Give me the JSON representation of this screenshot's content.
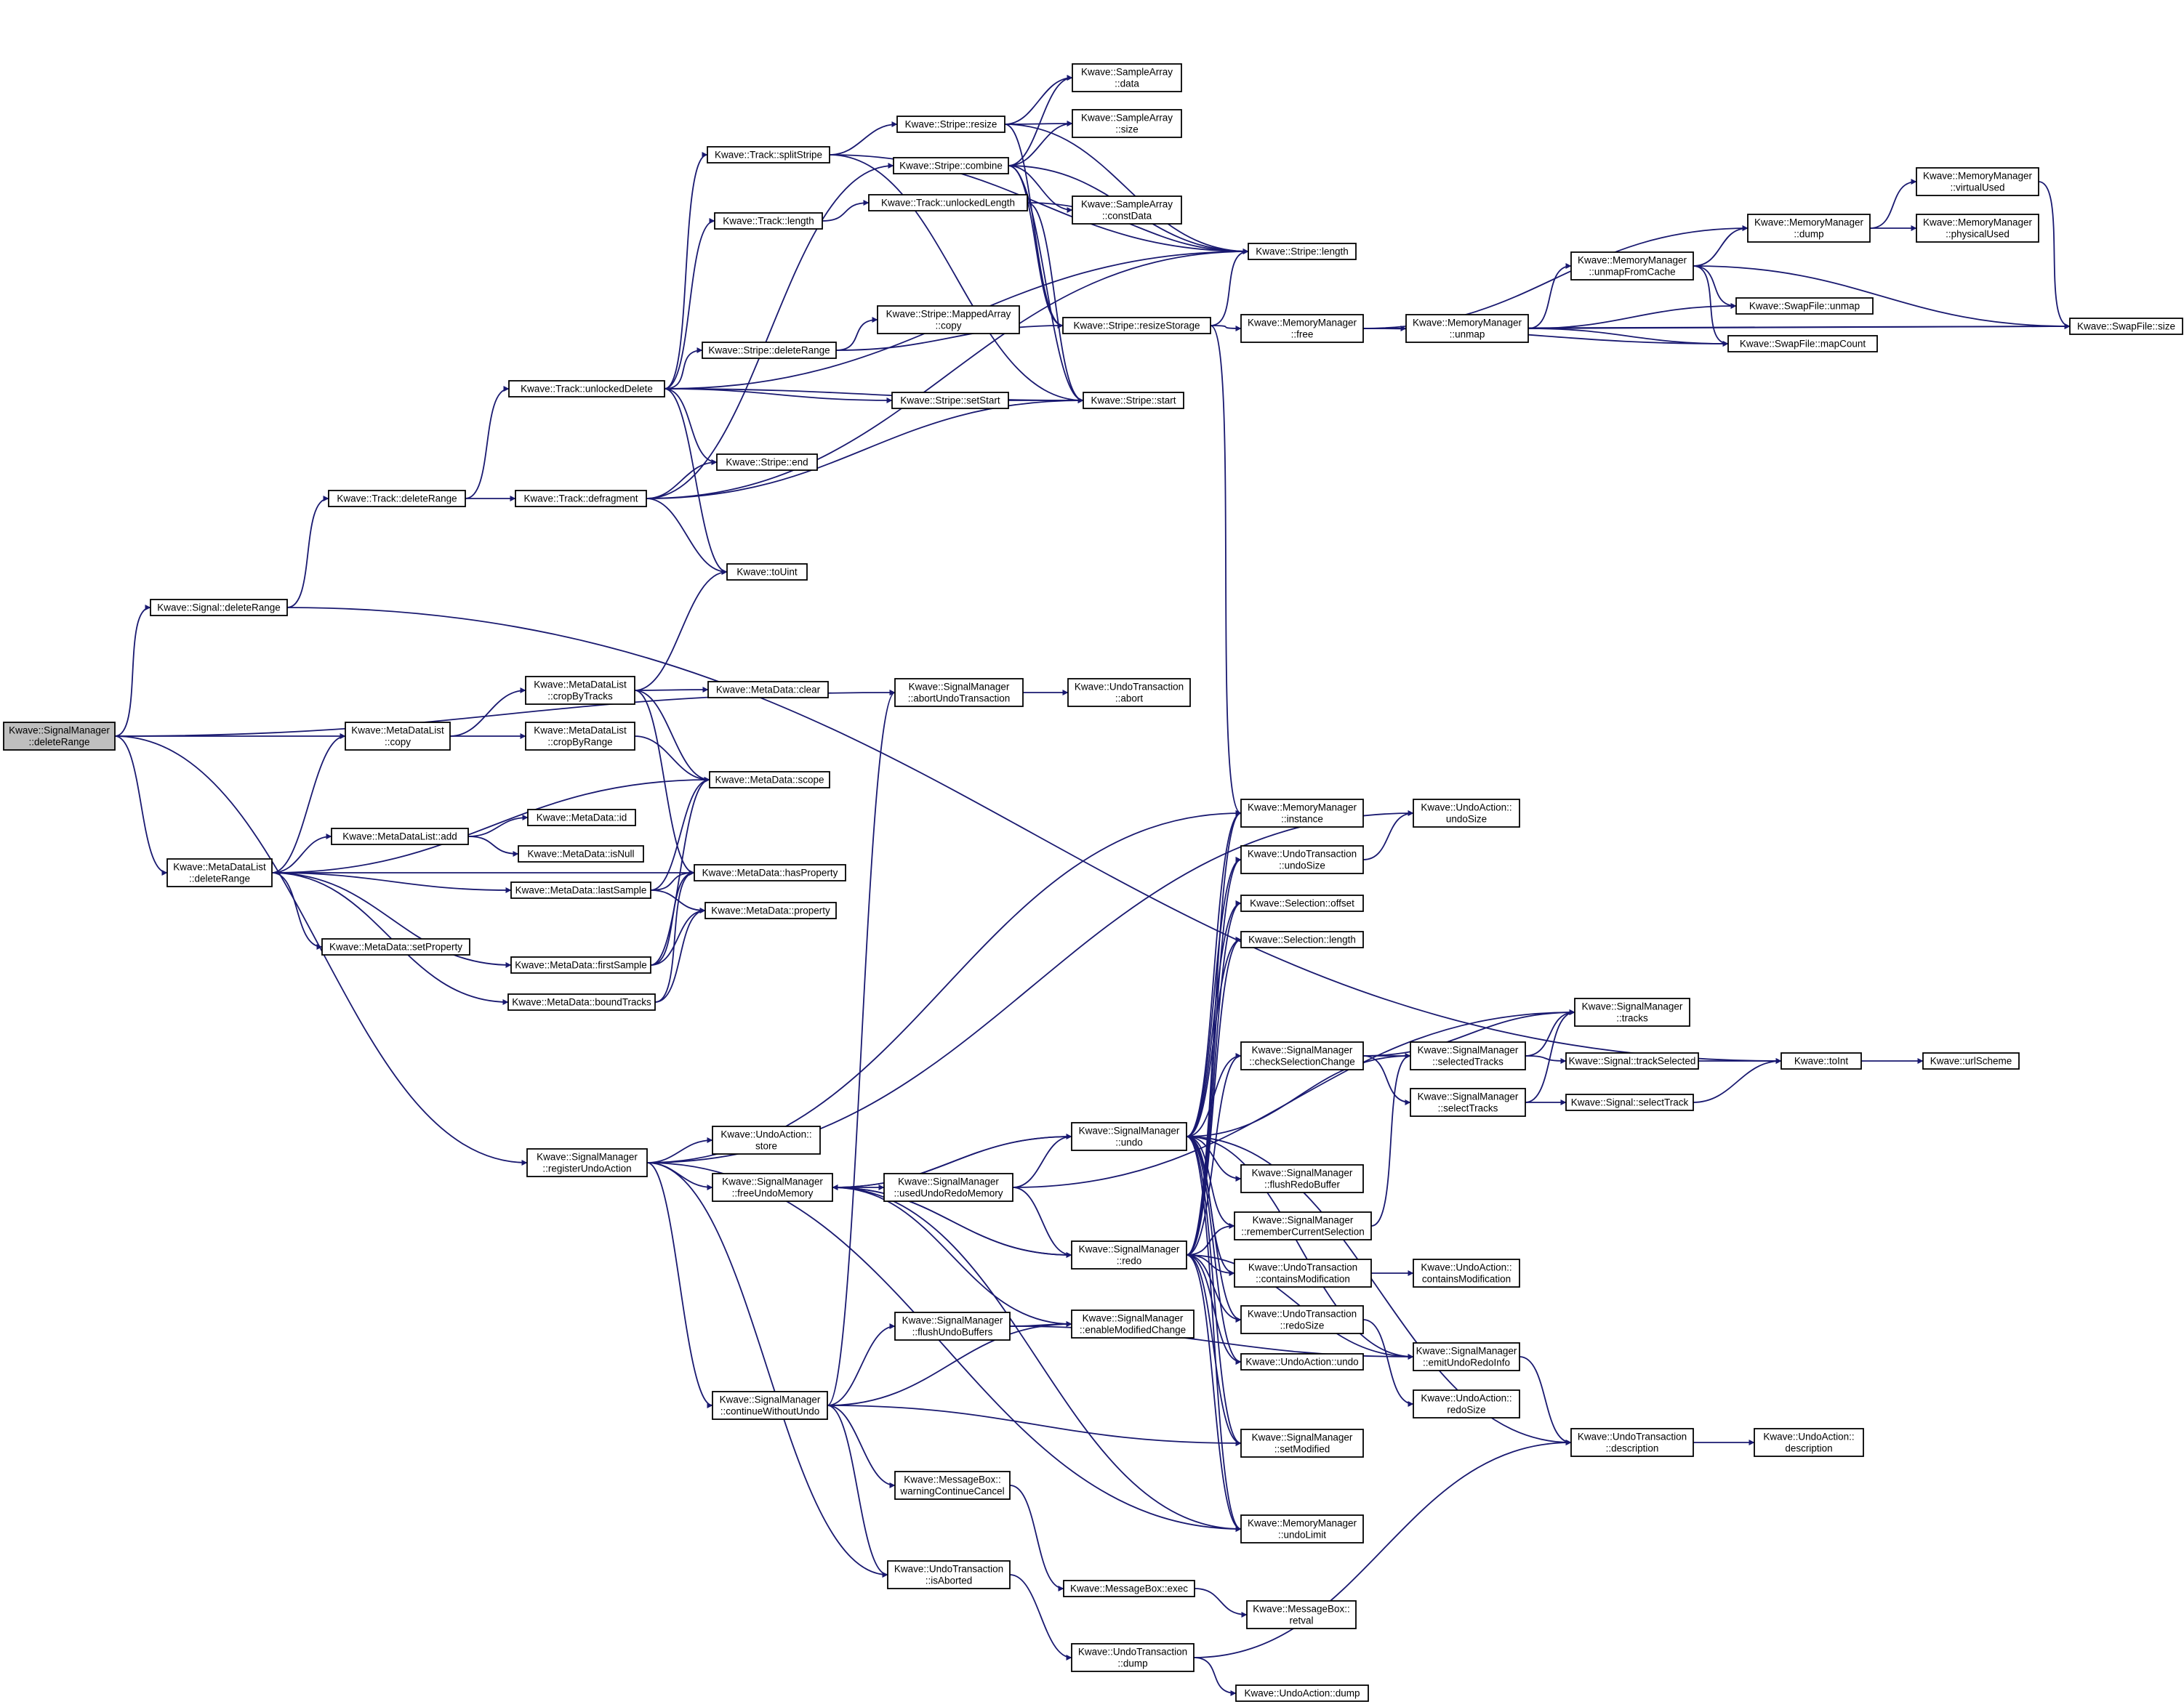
{
  "nodes": [
    {
      "id": "SM_deleteRange",
      "lines": [
        "Kwave::SignalManager",
        "::deleteRange"
      ],
      "root": true
    },
    {
      "id": "Sig_deleteRange",
      "lines": [
        "Kwave::Signal::deleteRange"
      ]
    },
    {
      "id": "Trk_deleteRange",
      "lines": [
        "Kwave::Track::deleteRange"
      ]
    },
    {
      "id": "Trk_defragment",
      "lines": [
        "Kwave::Track::defragment"
      ]
    },
    {
      "id": "Trk_unlockedDelete",
      "lines": [
        "Kwave::Track::unlockedDelete"
      ]
    },
    {
      "id": "Trk_splitStripe",
      "lines": [
        "Kwave::Track::splitStripe"
      ]
    },
    {
      "id": "Trk_length",
      "lines": [
        "Kwave::Track::length"
      ]
    },
    {
      "id": "Trk_unlockedLength",
      "lines": [
        "Kwave::Track::unlockedLength"
      ]
    },
    {
      "id": "Str_resize",
      "lines": [
        "Kwave::Stripe::resize"
      ]
    },
    {
      "id": "Str_combine",
      "lines": [
        "Kwave::Stripe::combine"
      ]
    },
    {
      "id": "Str_deleteRange",
      "lines": [
        "Kwave::Stripe::deleteRange"
      ]
    },
    {
      "id": "Str_MappedArray_copy",
      "lines": [
        "Kwave::Stripe::MappedArray",
        "::copy"
      ]
    },
    {
      "id": "Str_setStart",
      "lines": [
        "Kwave::Stripe::setStart"
      ]
    },
    {
      "id": "Str_end",
      "lines": [
        "Kwave::Stripe::end"
      ]
    },
    {
      "id": "toUint",
      "lines": [
        "Kwave::toUint"
      ]
    },
    {
      "id": "SA_data",
      "lines": [
        "Kwave::SampleArray",
        "::data"
      ]
    },
    {
      "id": "SA_size",
      "lines": [
        "Kwave::SampleArray",
        "::size"
      ]
    },
    {
      "id": "SA_constData",
      "lines": [
        "Kwave::SampleArray",
        "::constData"
      ]
    },
    {
      "id": "Str_length",
      "lines": [
        "Kwave::Stripe::length"
      ]
    },
    {
      "id": "Str_resizeStorage",
      "lines": [
        "Kwave::Stripe::resizeStorage"
      ]
    },
    {
      "id": "Str_start",
      "lines": [
        "Kwave::Stripe::start"
      ]
    },
    {
      "id": "MM_free",
      "lines": [
        "Kwave::MemoryManager",
        "::free"
      ]
    },
    {
      "id": "MM_unmap",
      "lines": [
        "Kwave::MemoryManager",
        "::unmap"
      ]
    },
    {
      "id": "MM_unmapFromCache",
      "lines": [
        "Kwave::MemoryManager",
        "::unmapFromCache"
      ]
    },
    {
      "id": "MM_dump",
      "lines": [
        "Kwave::MemoryManager",
        "::dump"
      ]
    },
    {
      "id": "MM_virtualUsed",
      "lines": [
        "Kwave::MemoryManager",
        "::virtualUsed"
      ]
    },
    {
      "id": "MM_physicalUsed",
      "lines": [
        "Kwave::MemoryManager",
        "::physicalUsed"
      ]
    },
    {
      "id": "SF_unmap",
      "lines": [
        "Kwave::SwapFile::unmap"
      ]
    },
    {
      "id": "SF_mapCount",
      "lines": [
        "Kwave::SwapFile::mapCount"
      ]
    },
    {
      "id": "SF_size",
      "lines": [
        "Kwave::SwapFile::size"
      ]
    },
    {
      "id": "MDL_copy",
      "lines": [
        "Kwave::MetaDataList",
        "::copy"
      ]
    },
    {
      "id": "MDL_cropByTracks",
      "lines": [
        "Kwave::MetaDataList",
        "::cropByTracks"
      ]
    },
    {
      "id": "MDL_cropByRange",
      "lines": [
        "Kwave::MetaDataList",
        "::cropByRange"
      ]
    },
    {
      "id": "MDL_deleteRange",
      "lines": [
        "Kwave::MetaDataList",
        "::deleteRange"
      ]
    },
    {
      "id": "MDL_add",
      "lines": [
        "Kwave::MetaDataList::add"
      ]
    },
    {
      "id": "MD_clear",
      "lines": [
        "Kwave::MetaData::clear"
      ]
    },
    {
      "id": "MD_scope",
      "lines": [
        "Kwave::MetaData::scope"
      ]
    },
    {
      "id": "MD_id",
      "lines": [
        "Kwave::MetaData::id"
      ]
    },
    {
      "id": "MD_isNull",
      "lines": [
        "Kwave::MetaData::isNull"
      ]
    },
    {
      "id": "MD_lastSample",
      "lines": [
        "Kwave::MetaData::lastSample"
      ]
    },
    {
      "id": "MD_hasProperty",
      "lines": [
        "Kwave::MetaData::hasProperty"
      ]
    },
    {
      "id": "MD_property",
      "lines": [
        "Kwave::MetaData::property"
      ]
    },
    {
      "id": "MD_setProperty",
      "lines": [
        "Kwave::MetaData::setProperty"
      ]
    },
    {
      "id": "MD_firstSample",
      "lines": [
        "Kwave::MetaData::firstSample"
      ]
    },
    {
      "id": "MD_boundTracks",
      "lines": [
        "Kwave::MetaData::boundTracks"
      ]
    },
    {
      "id": "SM_abortUndoTransaction",
      "lines": [
        "Kwave::SignalManager",
        "::abortUndoTransaction"
      ]
    },
    {
      "id": "UT_abort",
      "lines": [
        "Kwave::UndoTransaction",
        "::abort"
      ]
    },
    {
      "id": "MM_instance",
      "lines": [
        "Kwave::MemoryManager",
        "::instance"
      ]
    },
    {
      "id": "UA_undoSize",
      "lines": [
        "Kwave::UndoAction::",
        "undoSize"
      ]
    },
    {
      "id": "UT_undoSize",
      "lines": [
        "Kwave::UndoTransaction",
        "::undoSize"
      ]
    },
    {
      "id": "Sel_offset",
      "lines": [
        "Kwave::Selection::offset"
      ]
    },
    {
      "id": "Sel_length",
      "lines": [
        "Kwave::Selection::length"
      ]
    },
    {
      "id": "SM_tracks",
      "lines": [
        "Kwave::SignalManager",
        "::tracks"
      ]
    },
    {
      "id": "SM_checkSelectionChange",
      "lines": [
        "Kwave::SignalManager",
        "::checkSelectionChange"
      ]
    },
    {
      "id": "SM_selectedTracks",
      "lines": [
        "Kwave::SignalManager",
        "::selectedTracks"
      ]
    },
    {
      "id": "Sig_trackSelected",
      "lines": [
        "Kwave::Signal::trackSelected"
      ]
    },
    {
      "id": "toInt",
      "lines": [
        "Kwave::toInt"
      ]
    },
    {
      "id": "urlScheme",
      "lines": [
        "Kwave::urlScheme"
      ]
    },
    {
      "id": "SM_selectTracks",
      "lines": [
        "Kwave::SignalManager",
        "::selectTracks"
      ]
    },
    {
      "id": "Sig_selectTrack",
      "lines": [
        "Kwave::Signal::selectTrack"
      ]
    },
    {
      "id": "SM_registerUndoAction",
      "lines": [
        "Kwave::SignalManager",
        "::registerUndoAction"
      ]
    },
    {
      "id": "UA_store",
      "lines": [
        "Kwave::UndoAction::",
        "store"
      ]
    },
    {
      "id": "SM_freeUndoMemory",
      "lines": [
        "Kwave::SignalManager",
        "::freeUndoMemory"
      ]
    },
    {
      "id": "SM_usedUndoRedoMemory",
      "lines": [
        "Kwave::SignalManager",
        "::usedUndoRedoMemory"
      ]
    },
    {
      "id": "SM_undo",
      "lines": [
        "Kwave::SignalManager",
        "::undo"
      ]
    },
    {
      "id": "SM_redo",
      "lines": [
        "Kwave::SignalManager",
        "::redo"
      ]
    },
    {
      "id": "SM_flushRedoBuffer",
      "lines": [
        "Kwave::SignalManager",
        "::flushRedoBuffer"
      ]
    },
    {
      "id": "SM_rememberCurrentSelection",
      "lines": [
        "Kwave::SignalManager",
        "::rememberCurrentSelection"
      ]
    },
    {
      "id": "UT_containsModification",
      "lines": [
        "Kwave::UndoTransaction",
        "::containsModification"
      ]
    },
    {
      "id": "UA_containsModification",
      "lines": [
        "Kwave::UndoAction::",
        "containsModification"
      ]
    },
    {
      "id": "UT_redoSize",
      "lines": [
        "Kwave::UndoTransaction",
        "::redoSize"
      ]
    },
    {
      "id": "UA_undo",
      "lines": [
        "Kwave::UndoAction::undo"
      ]
    },
    {
      "id": "SM_emitUndoRedoInfo",
      "lines": [
        "Kwave::SignalManager",
        "::emitUndoRedoInfo"
      ]
    },
    {
      "id": "UA_redoSize",
      "lines": [
        "Kwave::UndoAction::",
        "redoSize"
      ]
    },
    {
      "id": "SM_flushUndoBuffers",
      "lines": [
        "Kwave::SignalManager",
        "::flushUndoBuffers"
      ]
    },
    {
      "id": "SM_enableModifiedChange",
      "lines": [
        "Kwave::SignalManager",
        "::enableModifiedChange"
      ]
    },
    {
      "id": "SM_continueWithoutUndo",
      "lines": [
        "Kwave::SignalManager",
        "::continueWithoutUndo"
      ]
    },
    {
      "id": "SM_setModified",
      "lines": [
        "Kwave::SignalManager",
        "::setModified"
      ]
    },
    {
      "id": "UT_description",
      "lines": [
        "Kwave::UndoTransaction",
        "::description"
      ]
    },
    {
      "id": "UA_description",
      "lines": [
        "Kwave::UndoAction::",
        "description"
      ]
    },
    {
      "id": "MB_warningContinueCancel",
      "lines": [
        "Kwave::MessageBox::",
        "warningContinueCancel"
      ]
    },
    {
      "id": "MM_undoLimit",
      "lines": [
        "Kwave::MemoryManager",
        "::undoLimit"
      ]
    },
    {
      "id": "UT_isAborted",
      "lines": [
        "Kwave::UndoTransaction",
        "::isAborted"
      ]
    },
    {
      "id": "MB_exec",
      "lines": [
        "Kwave::MessageBox::exec"
      ]
    },
    {
      "id": "MB_retval",
      "lines": [
        "Kwave::MessageBox::",
        "retval"
      ]
    },
    {
      "id": "UT_dump",
      "lines": [
        "Kwave::UndoTransaction",
        "::dump"
      ]
    },
    {
      "id": "UA_dump",
      "lines": [
        "Kwave::UndoAction::dump"
      ]
    }
  ],
  "edges": [
    [
      "SM_deleteRange",
      "Sig_deleteRange"
    ],
    [
      "SM_deleteRange",
      "SM_abortUndoTransaction"
    ],
    [
      "SM_deleteRange",
      "MDL_copy"
    ],
    [
      "SM_deleteRange",
      "MDL_deleteRange"
    ],
    [
      "SM_deleteRange",
      "SM_registerUndoAction"
    ],
    [
      "Sig_deleteRange",
      "Trk_deleteRange"
    ],
    [
      "Sig_deleteRange",
      "toInt"
    ],
    [
      "Trk_deleteRange",
      "Trk_unlockedDelete"
    ],
    [
      "Trk_deleteRange",
      "Trk_defragment"
    ],
    [
      "Trk_defragment",
      "Str_combine"
    ],
    [
      "Trk_defragment",
      "Str_end"
    ],
    [
      "Trk_defragment",
      "Str_start"
    ],
    [
      "Trk_defragment",
      "Str_length"
    ],
    [
      "Trk_defragment",
      "toUint"
    ],
    [
      "Trk_unlockedDelete",
      "Trk_splitStripe"
    ],
    [
      "Trk_unlockedDelete",
      "Trk_length"
    ],
    [
      "Trk_unlockedDelete",
      "Str_length"
    ],
    [
      "Trk_unlockedDelete",
      "Str_deleteRange"
    ],
    [
      "Trk_unlockedDelete",
      "Str_setStart"
    ],
    [
      "Trk_unlockedDelete",
      "Str_start"
    ],
    [
      "Trk_unlockedDelete",
      "Str_end"
    ],
    [
      "Trk_unlockedDelete",
      "toUint"
    ],
    [
      "Trk_splitStripe",
      "Str_resize"
    ],
    [
      "Trk_splitStripe",
      "Str_length"
    ],
    [
      "Trk_splitStripe",
      "Str_start"
    ],
    [
      "Trk_length",
      "Trk_unlockedLength"
    ],
    [
      "Trk_unlockedLength",
      "Str_length"
    ],
    [
      "Trk_unlockedLength",
      "Str_start"
    ],
    [
      "Str_resize",
      "SA_data"
    ],
    [
      "Str_resize",
      "SA_size"
    ],
    [
      "Str_resize",
      "Str_resizeStorage"
    ],
    [
      "Str_resize",
      "Str_length"
    ],
    [
      "Str_combine",
      "SA_data"
    ],
    [
      "Str_combine",
      "SA_size"
    ],
    [
      "Str_combine",
      "SA_constData"
    ],
    [
      "Str_combine",
      "Str_length"
    ],
    [
      "Str_combine",
      "Str_resizeStorage"
    ],
    [
      "Str_combine",
      "Str_start"
    ],
    [
      "Str_deleteRange",
      "Str_MappedArray_copy"
    ],
    [
      "Str_deleteRange",
      "Str_resizeStorage"
    ],
    [
      "Str_setStart",
      "Str_start"
    ],
    [
      "Str_resizeStorage",
      "Str_length"
    ],
    [
      "Str_resizeStorage",
      "MM_free"
    ],
    [
      "Str_resizeStorage",
      "MM_instance"
    ],
    [
      "MM_free",
      "MM_dump"
    ],
    [
      "MM_free",
      "MM_unmap"
    ],
    [
      "MM_free",
      "SF_mapCount"
    ],
    [
      "MM_free",
      "SF_size"
    ],
    [
      "MM_unmap",
      "MM_unmapFromCache"
    ],
    [
      "MM_unmap",
      "SF_unmap"
    ],
    [
      "MM_unmap",
      "SF_mapCount"
    ],
    [
      "MM_unmap",
      "SF_size"
    ],
    [
      "MM_unmapFromCache",
      "MM_dump"
    ],
    [
      "MM_unmapFromCache",
      "SF_unmap"
    ],
    [
      "MM_unmapFromCache",
      "SF_mapCount"
    ],
    [
      "MM_unmapFromCache",
      "SF_size"
    ],
    [
      "MM_dump",
      "MM_virtualUsed"
    ],
    [
      "MM_dump",
      "MM_physicalUsed"
    ],
    [
      "MM_virtualUsed",
      "SF_size"
    ],
    [
      "MDL_copy",
      "MDL_cropByTracks"
    ],
    [
      "MDL_copy",
      "MDL_cropByRange"
    ],
    [
      "MDL_cropByTracks",
      "MD_clear"
    ],
    [
      "MDL_cropByTracks",
      "MD_scope"
    ],
    [
      "MDL_cropByTracks",
      "MD_hasProperty"
    ],
    [
      "MDL_cropByTracks",
      "toUint"
    ],
    [
      "MDL_cropByRange",
      "MD_scope"
    ],
    [
      "MDL_deleteRange",
      "MDL_copy"
    ],
    [
      "MDL_deleteRange",
      "MD_scope"
    ],
    [
      "MDL_deleteRange",
      "MDL_add"
    ],
    [
      "MDL_deleteRange",
      "MD_lastSample"
    ],
    [
      "MDL_deleteRange",
      "MD_hasProperty"
    ],
    [
      "MDL_deleteRange",
      "MD_setProperty"
    ],
    [
      "MDL_deleteRange",
      "MD_firstSample"
    ],
    [
      "MDL_deleteRange",
      "MD_boundTracks"
    ],
    [
      "MDL_add",
      "MD_id"
    ],
    [
      "MDL_add",
      "MD_isNull"
    ],
    [
      "MD_lastSample",
      "MD_scope"
    ],
    [
      "MD_lastSample",
      "MD_hasProperty"
    ],
    [
      "MD_lastSample",
      "MD_property"
    ],
    [
      "MD_firstSample",
      "MD_scope"
    ],
    [
      "MD_firstSample",
      "MD_hasProperty"
    ],
    [
      "MD_firstSample",
      "MD_property"
    ],
    [
      "MD_boundTracks",
      "MD_hasProperty"
    ],
    [
      "MD_boundTracks",
      "MD_property"
    ],
    [
      "SM_abortUndoTransaction",
      "UT_abort"
    ],
    [
      "UT_undoSize",
      "UA_undoSize"
    ],
    [
      "SM_registerUndoAction",
      "UA_store"
    ],
    [
      "SM_registerUndoAction",
      "SM_freeUndoMemory"
    ],
    [
      "SM_registerUndoAction",
      "MM_instance"
    ],
    [
      "SM_registerUndoAction",
      "UA_undoSize"
    ],
    [
      "SM_registerUndoAction",
      "SM_continueWithoutUndo"
    ],
    [
      "SM_registerUndoAction",
      "UT_isAborted"
    ],
    [
      "SM_registerUndoAction",
      "MM_undoLimit"
    ],
    [
      "SM_freeUndoMemory",
      "SM_usedUndoRedoMemory"
    ],
    [
      "SM_freeUndoMemory",
      "SM_undo"
    ],
    [
      "SM_freeUndoMemory",
      "SM_redo"
    ],
    [
      "SM_freeUndoMemory",
      "SM_enableModifiedChange"
    ],
    [
      "SM_freeUndoMemory",
      "MM_undoLimit"
    ],
    [
      "SM_usedUndoRedoMemory",
      "SM_undo"
    ],
    [
      "SM_usedUndoRedoMemory",
      "SM_redo"
    ],
    [
      "SM_usedUndoRedoMemory",
      "SM_tracks"
    ],
    [
      "SM_undo",
      "SM_freeUndoMemory"
    ],
    [
      "SM_undo",
      "MM_instance"
    ],
    [
      "SM_undo",
      "UT_undoSize"
    ],
    [
      "SM_undo",
      "Sel_offset"
    ],
    [
      "SM_undo",
      "Sel_length"
    ],
    [
      "SM_undo",
      "SM_checkSelectionChange"
    ],
    [
      "SM_undo",
      "SM_selectedTracks"
    ],
    [
      "SM_undo",
      "SM_flushRedoBuffer"
    ],
    [
      "SM_undo",
      "SM_rememberCurrentSelection"
    ],
    [
      "SM_undo",
      "UT_containsModification"
    ],
    [
      "SM_undo",
      "UT_redoSize"
    ],
    [
      "SM_undo",
      "UA_undo"
    ],
    [
      "SM_undo",
      "SM_emitUndoRedoInfo"
    ],
    [
      "SM_undo",
      "SM_setModified"
    ],
    [
      "SM_undo",
      "UT_description"
    ],
    [
      "SM_undo",
      "MM_undoLimit"
    ],
    [
      "SM_redo",
      "SM_freeUndoMemory"
    ],
    [
      "SM_redo",
      "MM_instance"
    ],
    [
      "SM_redo",
      "UT_undoSize"
    ],
    [
      "SM_redo",
      "Sel_offset"
    ],
    [
      "SM_redo",
      "Sel_length"
    ],
    [
      "SM_redo",
      "SM_checkSelectionChange"
    ],
    [
      "SM_redo",
      "SM_rememberCurrentSelection"
    ],
    [
      "SM_redo",
      "UT_containsModification"
    ],
    [
      "SM_redo",
      "UT_redoSize"
    ],
    [
      "SM_redo",
      "UA_undo"
    ],
    [
      "SM_redo",
      "SM_emitUndoRedoInfo"
    ],
    [
      "SM_redo",
      "SM_setModified"
    ],
    [
      "SM_redo",
      "MM_undoLimit"
    ],
    [
      "SM_checkSelectionChange",
      "SM_tracks"
    ],
    [
      "SM_checkSelectionChange",
      "SM_selectedTracks"
    ],
    [
      "SM_checkSelectionChange",
      "SM_selectTracks"
    ],
    [
      "SM_selectedTracks",
      "SM_tracks"
    ],
    [
      "SM_selectedTracks",
      "Sig_trackSelected"
    ],
    [
      "SM_selectTracks",
      "SM_tracks"
    ],
    [
      "SM_selectTracks",
      "Sig_selectTrack"
    ],
    [
      "Sig_trackSelected",
      "toInt"
    ],
    [
      "Sig_selectTrack",
      "toInt"
    ],
    [
      "toInt",
      "urlScheme"
    ],
    [
      "SM_rememberCurrentSelection",
      "SM_selectedTracks"
    ],
    [
      "UT_containsModification",
      "UA_containsModification"
    ],
    [
      "UT_redoSize",
      "UA_redoSize"
    ],
    [
      "SM_emitUndoRedoInfo",
      "UT_description"
    ],
    [
      "UT_description",
      "UA_description"
    ],
    [
      "SM_continueWithoutUndo",
      "SM_abortUndoTransaction"
    ],
    [
      "SM_continueWithoutUndo",
      "SM_flushUndoBuffers"
    ],
    [
      "SM_continueWithoutUndo",
      "SM_enableModifiedChange"
    ],
    [
      "SM_continueWithoutUndo",
      "SM_setModified"
    ],
    [
      "SM_continueWithoutUndo",
      "MB_warningContinueCancel"
    ],
    [
      "SM_continueWithoutUndo",
      "UT_isAborted"
    ],
    [
      "SM_flushUndoBuffers",
      "SM_enableModifiedChange"
    ],
    [
      "SM_flushUndoBuffers",
      "SM_emitUndoRedoInfo"
    ],
    [
      "MB_warningContinueCancel",
      "MB_exec"
    ],
    [
      "MB_exec",
      "MB_retval"
    ],
    [
      "UT_isAborted",
      "UT_dump"
    ],
    [
      "UT_dump",
      "UT_description"
    ],
    [
      "UT_dump",
      "UA_dump"
    ]
  ]
}
